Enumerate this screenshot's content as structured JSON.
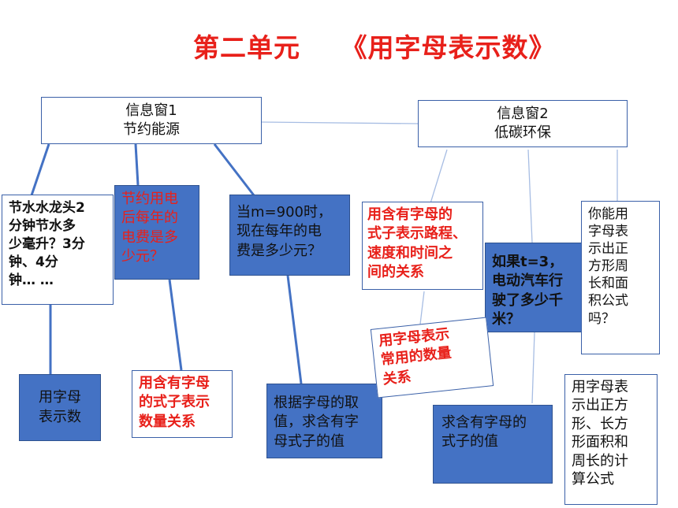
{
  "title": "第二单元　　《用字母表示数》",
  "window1": {
    "line1": "信息窗1",
    "line2": "节约能源"
  },
  "window2": {
    "line1": "信息窗2",
    "line2": "低碳环保"
  },
  "boxes": {
    "faucet": [
      "节水水龙头2",
      "分钟节水多",
      "少毫升？3分",
      "钟、4分",
      "钟… …"
    ],
    "electricity_after": [
      "节约用电",
      "后每年的",
      "电费是多",
      "少元？"
    ],
    "m900": [
      "当m=900时，",
      "现在每年的电",
      "费是多少元？"
    ],
    "letters_represent": [
      "用字母",
      "表示数"
    ],
    "formula_quantity": [
      "用含有字母",
      "的式子表示",
      "数量关系"
    ],
    "find_value_by_letter": [
      "根据字母的取",
      "值，求含有字",
      "母式子的值"
    ],
    "route_speed_time": [
      "用含有字母的",
      "式子表示路程、",
      "速度和时间之",
      "间的关系"
    ],
    "car_t3": [
      "如果t=3，",
      "电动汽车行",
      "驶了多少千",
      "米？"
    ],
    "square_formula_q": [
      "你能用",
      "字母表",
      "示出正",
      "方形周",
      "长和面",
      "积公式",
      "吗？"
    ],
    "common_quantity": [
      "用字母表示",
      "常用的数量",
      "关系"
    ],
    "find_formula_value": [
      "求含有字母的",
      "式子的值"
    ],
    "area_perimeter": [
      "用字母表",
      "示出正方",
      "形、长方",
      "形面积和",
      "周长的计",
      "算公式"
    ]
  }
}
